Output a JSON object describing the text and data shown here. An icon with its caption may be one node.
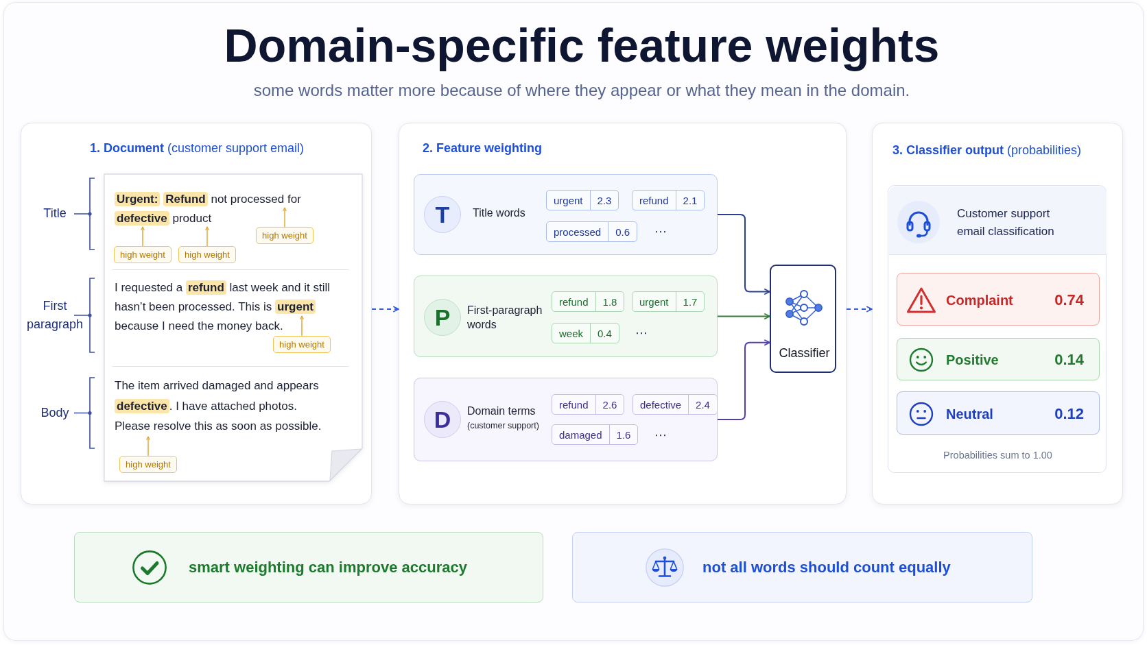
{
  "diagram": {
    "title": "Domain-specific feature weights",
    "nodes": [
      {
        "text": [
          "**1. Document** (customer support email)"
        ]
      },
      {
        "text": [
          "**Urgent:** **Refund** not processed for **defective** product",
          "I requested a **refund** last week and it still hasn’t been processed. This is **urgent** because I need the money back.",
          "The item arrived damaged and appears **defective**. I have attached photos. Please resolve this as soon as possible."
        ],
        "in": 0,
        "beside": [
          "Title",
          "First paragraph",
          "Body"
        ]
      },
      {
        "text": [
          "high weight"
        ],
        "in": 1
      },
      {
        "text": [
          "high weight"
        ],
        "in": 1
      },
      {
        "text": [
          "high weight"
        ],
        "in": 1
      },
      {
        "text": [
          "high weight"
        ],
        "in": 1
      },
      {
        "text": [
          "high weight"
        ],
        "in": 1
      },
      {
        "text": [
          "2. Feature weighting"
        ]
      },
      {
        "text": [
          "Title words",
          "⋯"
        ],
        "in": 7
      },
      {
        "text": [
          "T"
        ],
        "in": 8
      },
      {
        "text": [
          "urgent",
          "2.3"
        ],
        "in": 8
      },
      {
        "text": [
          "refund",
          "2.1"
        ],
        "in": 8
      },
      {
        "text": [
          "processed",
          "0.6"
        ],
        "in": 8
      },
      {
        "text": [
          "First-paragraph words",
          "⋯"
        ],
        "in": 7
      },
      {
        "text": [
          "P"
        ],
        "in": 13
      },
      {
        "text": [
          "refund",
          "1.8"
        ],
        "in": 13
      },
      {
        "text": [
          "urgent",
          "1.7"
        ],
        "in": 13
      },
      {
        "text": [
          "week",
          "0.4"
        ],
        "in": 13
      },
      {
        "text": [
          "Domain terms",
          "(customer support)",
          "⋯"
        ],
        "in": 7
      },
      {
        "text": [
          "D"
        ],
        "in": 18
      },
      {
        "text": [
          "refund",
          "2.6"
        ],
        "in": 18
      },
      {
        "text": [
          "defective",
          "2.4"
        ],
        "in": 18
      },
      {
        "text": [
          "damaged",
          "1.6"
        ],
        "in": 18
      },
      {
        "text": [
          "Classifier"
        ],
        "in": 7
      },
      {
        "text": [
          "**3. Classifier output** (probabilities)"
        ]
      },
      {
        "text": [
          "Probabilities sum to 1.00"
        ],
        "in": 24
      },
      {
        "text": [
          "Customer support email classification"
        ],
        "in": 25
      },
      {
        "text": [
          "Complaint",
          "0.74"
        ],
        "in": 25
      },
      {
        "text": [
          "Positive",
          "0.14"
        ],
        "in": 25
      },
      {
        "text": [
          "Neutral",
          "0.12"
        ],
        "in": 25
      },
      {
        "text": [
          "smart weighting can improve accuracy"
        ]
      },
      {
        "text": [
          "not all words should count equally"
        ]
      }
    ],
    "edges": [
      {
        "from": 0,
        "to": 7,
        "arrow": "to",
        "style": "dashed",
        "color": "#2f5be0"
      },
      {
        "from": 7,
        "to": 24,
        "arrow": "to",
        "style": "dashed",
        "color": "#2f5be0"
      },
      {
        "from": 8,
        "to": 23,
        "arrow": "to",
        "color": "#2c3e91"
      },
      {
        "from": 13,
        "to": 23,
        "arrow": "to",
        "color": "#2e7d32"
      },
      {
        "from": 18,
        "to": 23,
        "arrow": "to",
        "color": "#4f3fb5"
      },
      {
        "from": 2,
        "to": null,
        "arrow": "to"
      },
      {
        "from": 3,
        "to": null,
        "arrow": "to"
      },
      {
        "from": 4,
        "to": null,
        "arrow": "to"
      },
      {
        "from": 5,
        "to": null,
        "arrow": "to"
      },
      {
        "from": 6,
        "to": null,
        "arrow": "to"
      }
    ],
    "labels": [
      "some words matter more because of where they appear or what they mean in the domain."
    ]
  }
}
